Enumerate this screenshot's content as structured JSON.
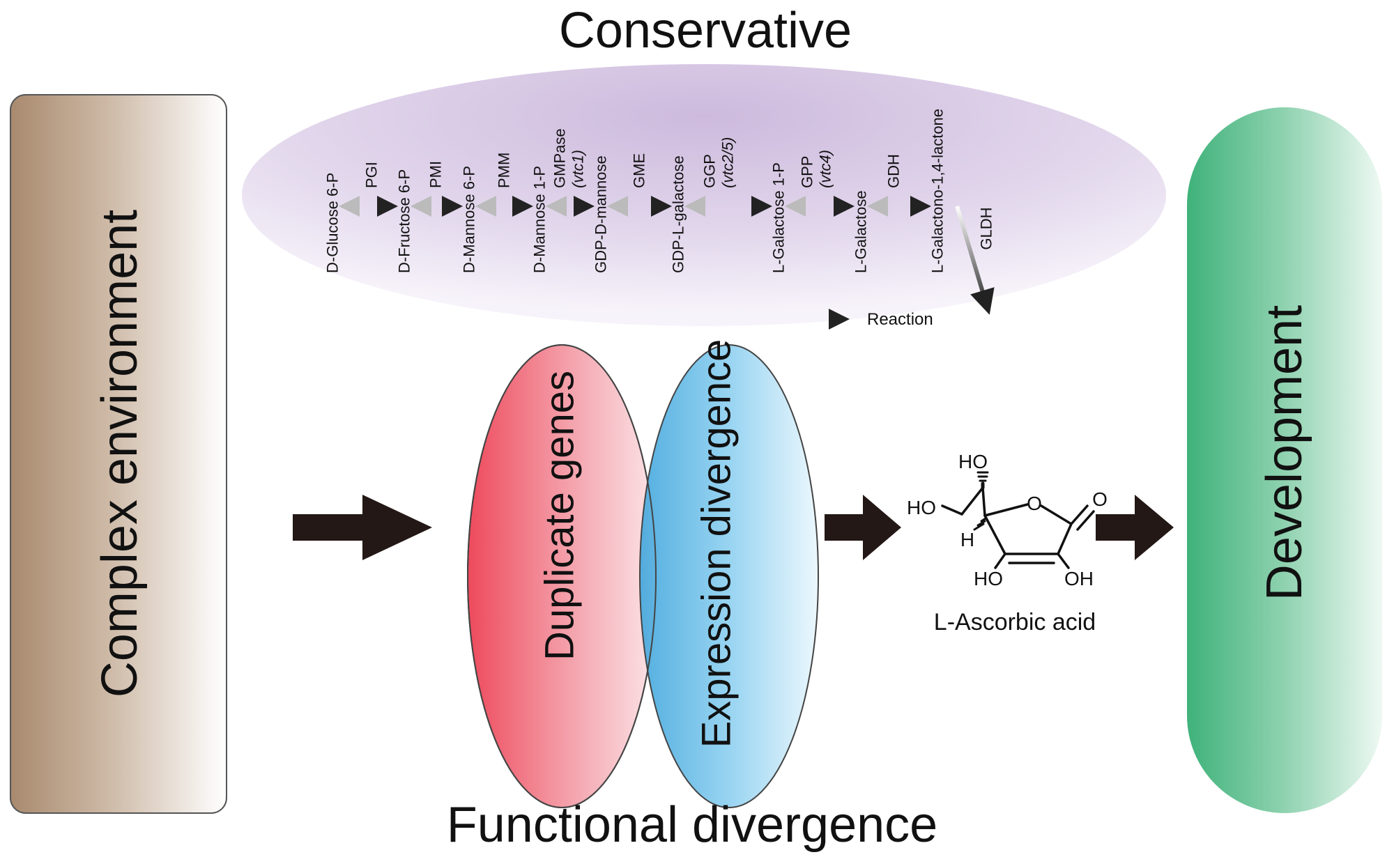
{
  "title_top": "Conservative",
  "title_bottom": "Functional divergence",
  "left_box": {
    "label": "Complex environment"
  },
  "right_box": {
    "label": "Development"
  },
  "duplicate_genes": {
    "label": "Duplicate genes"
  },
  "expression_divergence": {
    "label": "Expression divergence"
  },
  "product": {
    "label": "L-Ascorbic acid"
  },
  "pathway": {
    "metabolites": [
      "D-Glucose 6-P",
      "D-Fructose 6-P",
      "D-Mannose 6-P",
      "D-Mannose 1-P",
      "GDP-D-mannose",
      "GDP-L-galactose",
      "L-Galactose 1-P",
      "L-Galactose",
      "L-Galactono-1,4-lactone"
    ],
    "enzymes": [
      {
        "name": "PGI",
        "gene": ""
      },
      {
        "name": "PMI",
        "gene": ""
      },
      {
        "name": "PMM",
        "gene": ""
      },
      {
        "name": "GMPase",
        "gene": "(vtc1)"
      },
      {
        "name": "GME",
        "gene": ""
      },
      {
        "name": "GGP",
        "gene": "(vtc2/5)"
      },
      {
        "name": "GPP",
        "gene": "(vtc4)"
      },
      {
        "name": "GDH",
        "gene": ""
      }
    ],
    "final_enzyme": "GLDH",
    "legend_label": "Reaction"
  },
  "molecule_labels": {
    "ho_top": "HO",
    "ho_left": "HO",
    "h": "H",
    "ho_bottom_left": "HO",
    "oh_bottom_right": "OH",
    "ring_o": "O",
    "carbonyl_o": "O"
  },
  "colors": {
    "environment_brown": "#a88a6e",
    "development_green": "#3fb27a",
    "conservative_purple": "#d6c6e3",
    "duplicate_red": "#ee4a5c",
    "expression_blue": "#45a8dd",
    "arrow": "#231815"
  }
}
